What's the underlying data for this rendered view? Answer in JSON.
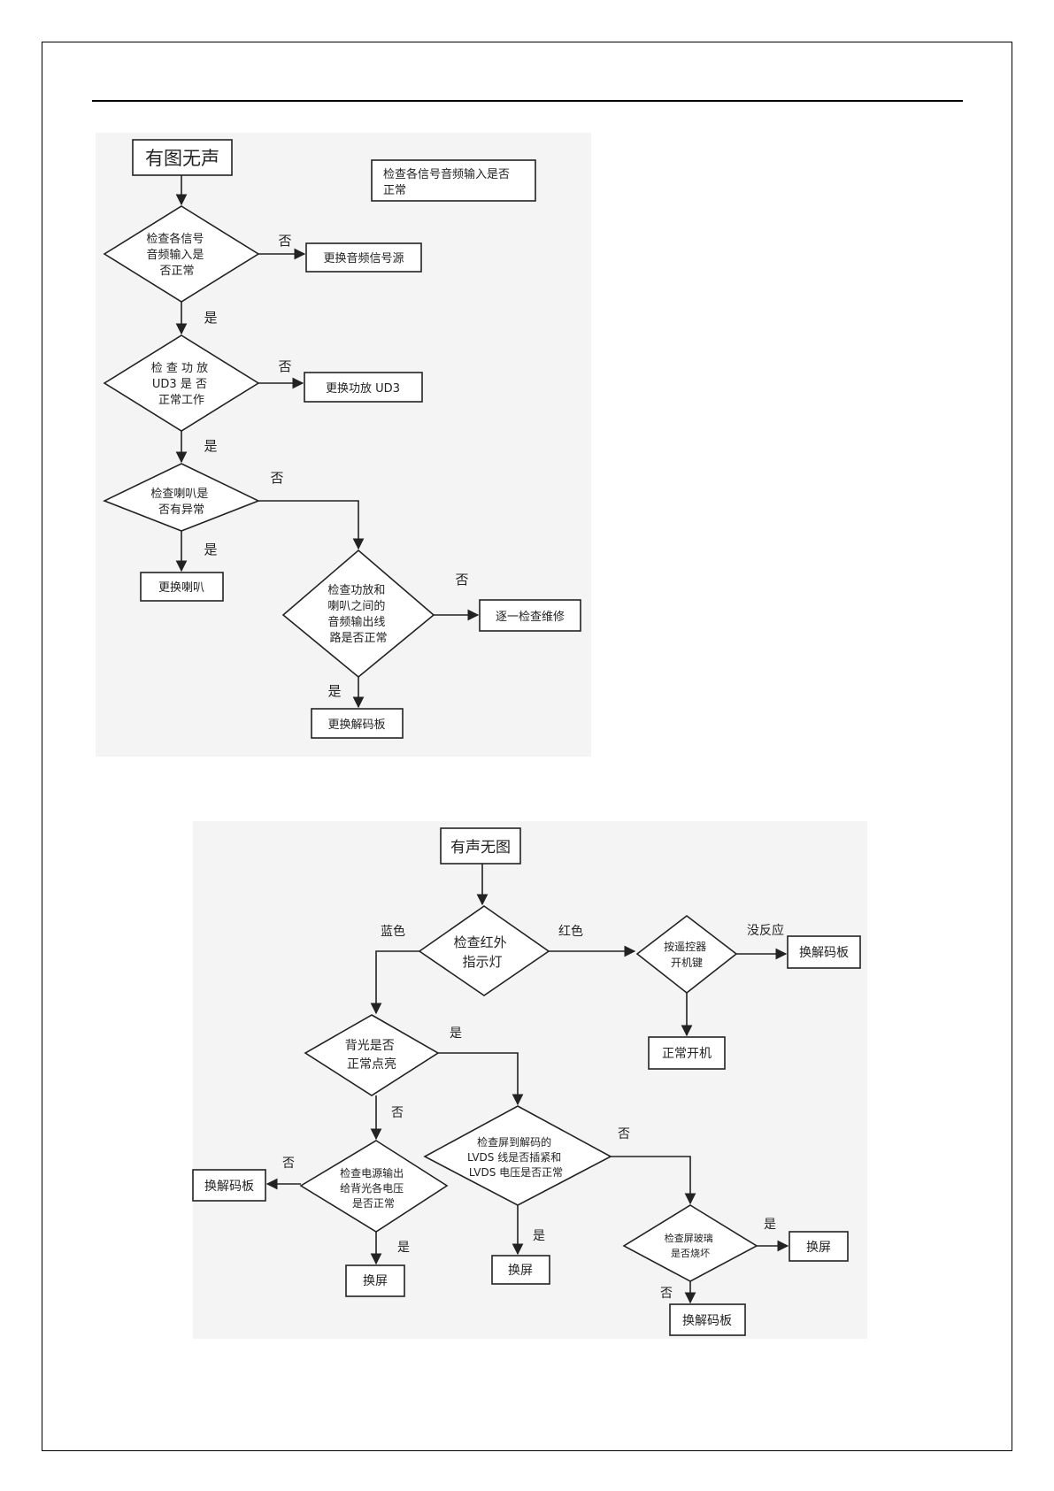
{
  "flowchart_1": {
    "start": "有图无声",
    "note": [
      "检查各信号音频输入是否",
      "正常"
    ],
    "d1": [
      "检查各信号",
      "音频输入是",
      "否正常"
    ],
    "d1_no": "否",
    "d1_action": "更换音频信号源",
    "d1_yes": "是",
    "d2": [
      "检 查 功 放",
      "UD3 是 否",
      "正常工作"
    ],
    "d2_no": "否",
    "d2_action": "更换功放 UD3",
    "d2_yes": "是",
    "d3": [
      "检查喇叭是",
      "否有异常"
    ],
    "d3_no": "否",
    "d3_yes": "是",
    "d3_action": "更换喇叭",
    "d4": [
      "检查功放和",
      "喇叭之间的",
      "音频输出线",
      "路是否正常"
    ],
    "d4_no": "否",
    "d4_no_action": "逐一检查维修",
    "d4_yes": "是",
    "d4_yes_action": "更换解码板"
  },
  "flowchart_2": {
    "start": "有声无图",
    "d1": [
      "检查红外",
      "指示灯"
    ],
    "d1_left": "蓝色",
    "d1_right": "红色",
    "remote": [
      "按遥控器",
      "开机键"
    ],
    "remote_no": "没反应",
    "remote_no_action": "换解码板",
    "remote_ok_action": "正常开机",
    "backlight": [
      "背光是否",
      "正常点亮"
    ],
    "backlight_yes": "是",
    "backlight_no": "否",
    "power": [
      "检查电源输出",
      "给背光各电压",
      "是否正常"
    ],
    "power_no": "否",
    "power_no_action": "换解码板",
    "power_yes": "是",
    "power_yes_action": "换屏",
    "lvds": [
      "检查屏到解码的",
      "LVDS 线是否插紧和",
      "LVDS 电压是否正常"
    ],
    "lvds_yes": "是",
    "lvds_yes_action": "换屏",
    "lvds_no": "否",
    "glass": [
      "检查屏玻璃",
      "是否烧坏"
    ],
    "glass_yes": "是",
    "glass_yes_action": "换屏",
    "glass_no": "否",
    "glass_no_action": "换解码板"
  }
}
